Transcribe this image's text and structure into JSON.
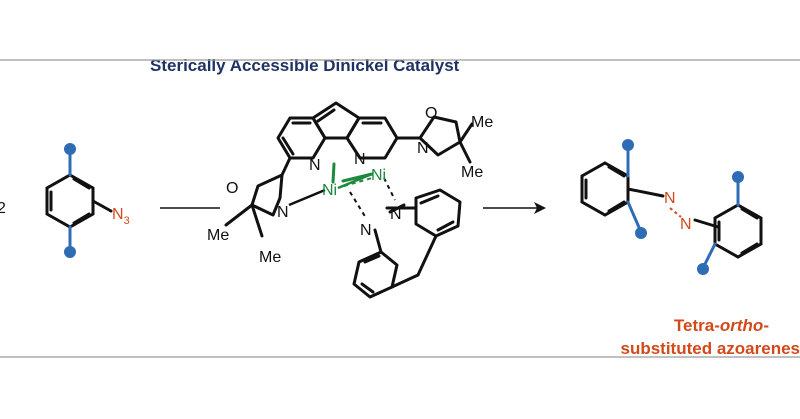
{
  "title": "Sterically Accessible Dinickel Catalyst",
  "reactant": {
    "stoichiometry": "2",
    "azide_label": "N",
    "azide_subscript": "3"
  },
  "catalyst": {
    "metal_1": "Ni",
    "metal_2": "Ni",
    "nitrogen": "N",
    "oxygen": "O",
    "methyl": "Me"
  },
  "product": {
    "azo_n": "N",
    "label_line1_prefix": "Tetra-",
    "label_line1_italic": "ortho",
    "label_line1_suffix": "-",
    "label_line2": "substituted azoarenes"
  },
  "colors": {
    "title": "#1f3264",
    "bond": "#111111",
    "substituent_dot": "#2e6db5",
    "azide": "#d24a1a",
    "nickel": "#1b8a3c",
    "product_label": "#d24a1a",
    "rule": "#9a9a9a"
  }
}
